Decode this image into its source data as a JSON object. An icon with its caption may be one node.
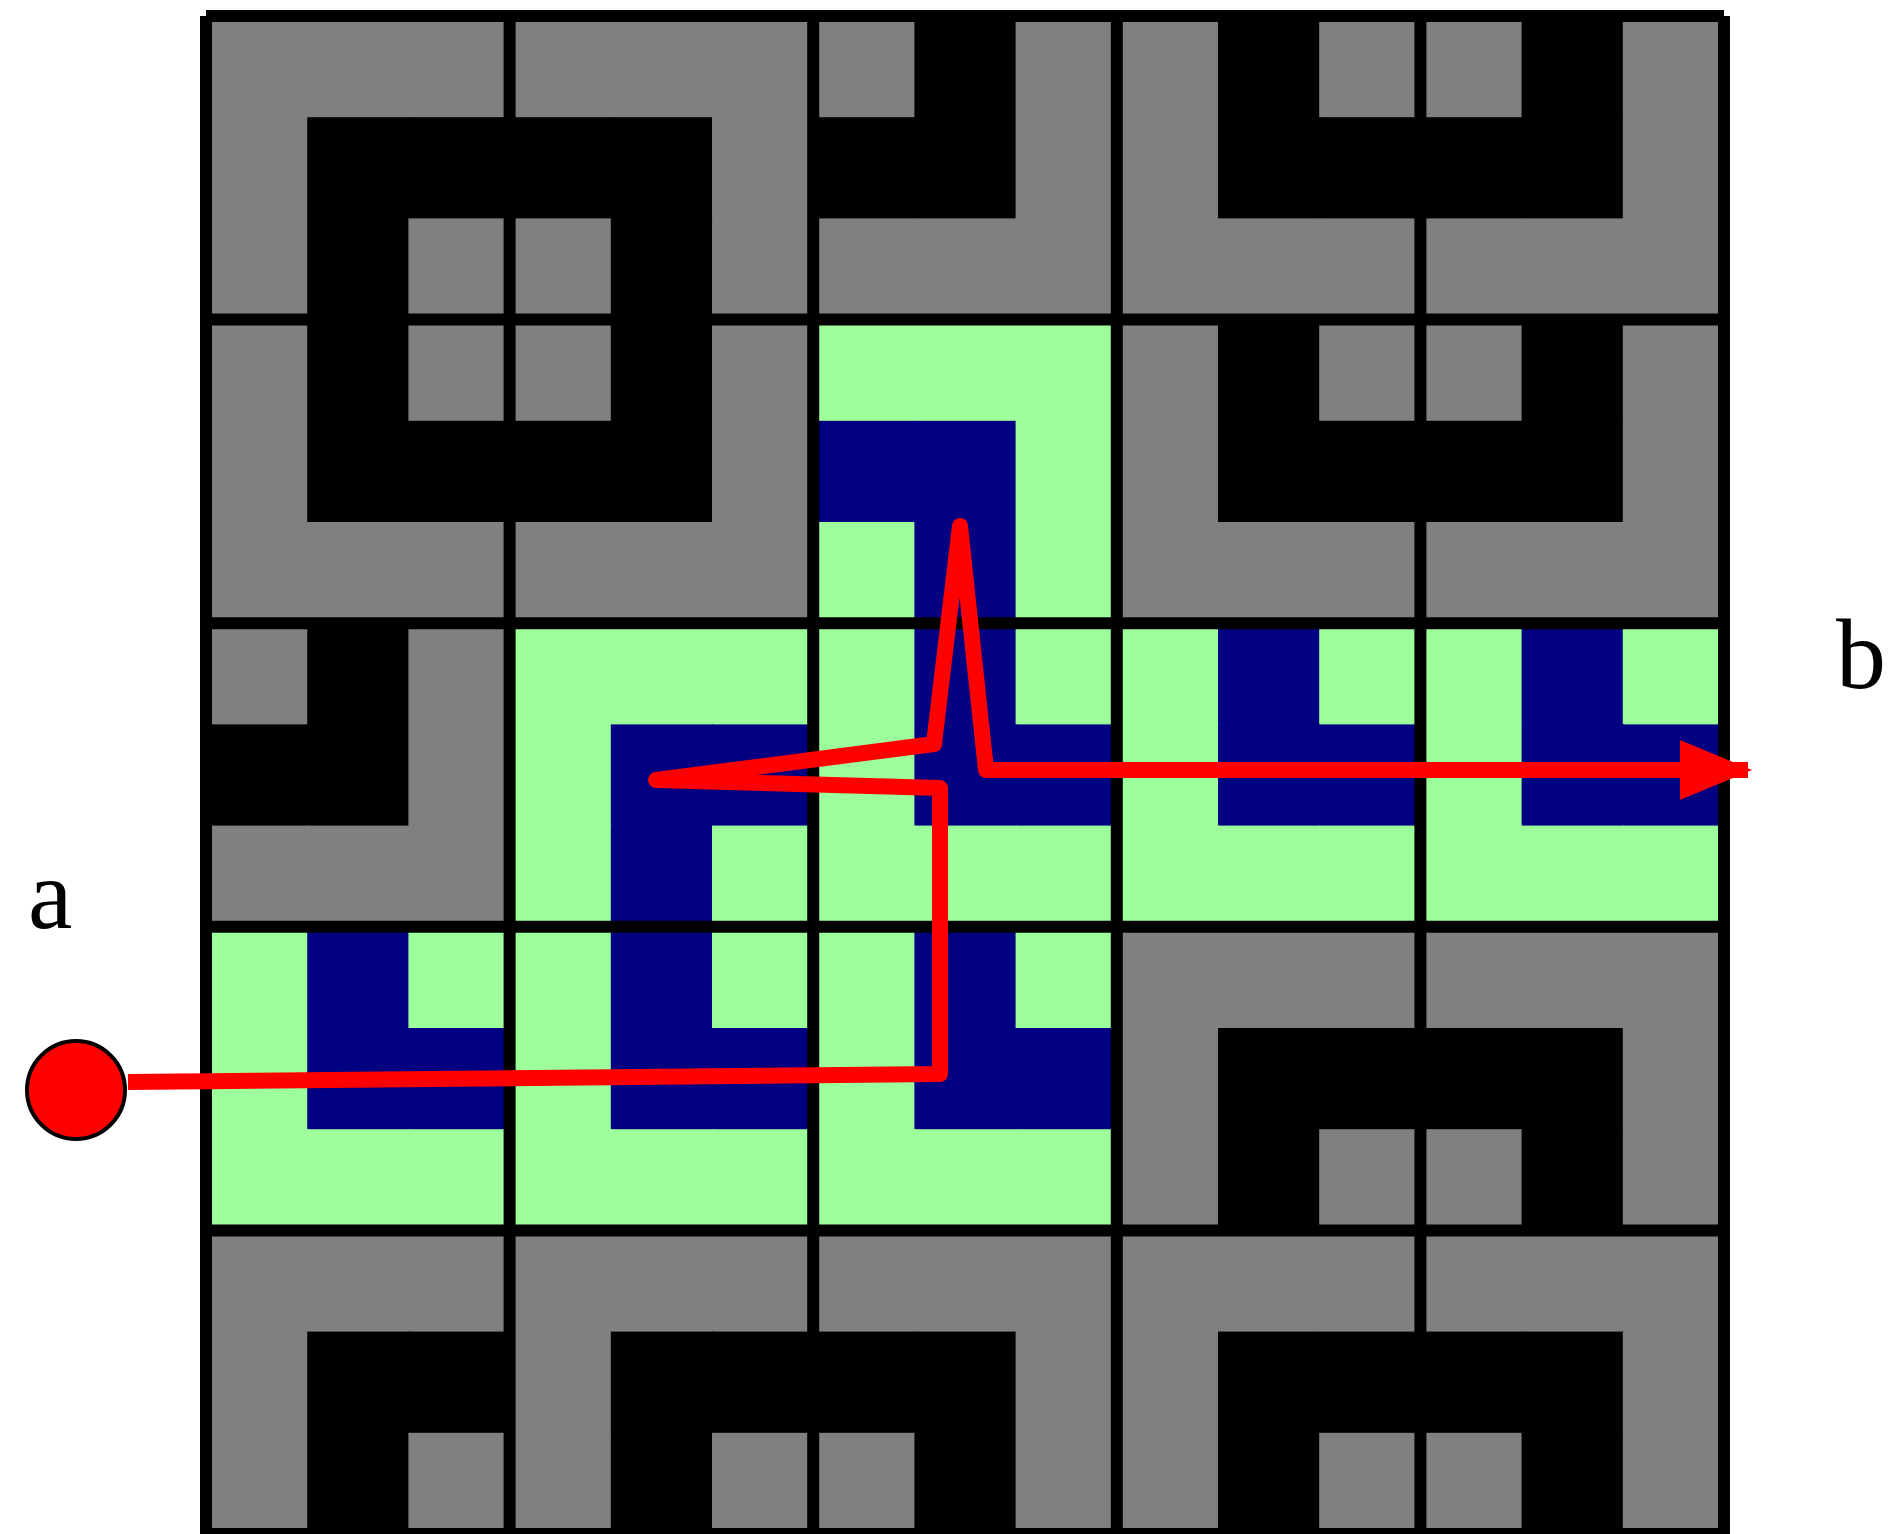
{
  "diagram": {
    "nodes": [
      {
        "text": [],
        "shape": "circle",
        "beside": [
          "a"
        ]
      },
      {
        "text": [
          "b"
        ]
      }
    ],
    "edges": [
      {
        "from": 0,
        "to": 1,
        "arrow": "to"
      }
    ]
  }
}
